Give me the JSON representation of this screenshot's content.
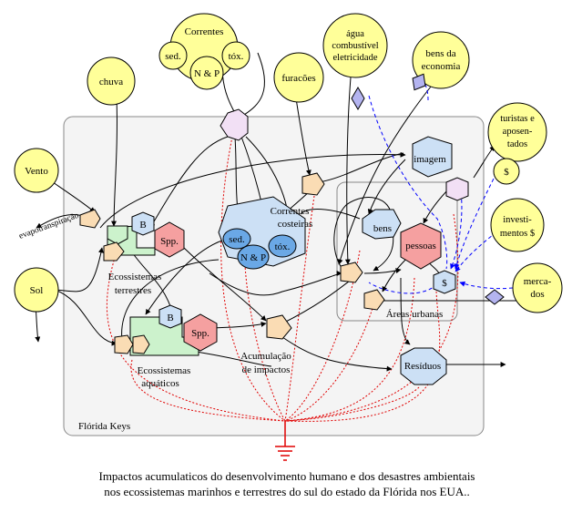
{
  "colors": {
    "source_fill": "#ffff99",
    "storage_fill": "#cce0f5",
    "storage_dark_fill": "#6aa8e6",
    "species_fill": "#f5a0a0",
    "producer_fill": "#ccf2cc",
    "interaction_fill": "#fadcb4",
    "exchange_fill": "#b4b4f0",
    "stress_fill": "#f2e0f5",
    "system_fill": "#f4f4f4",
    "money_flow": "#0000ff",
    "heat_sink_flow": "#e00000",
    "energy_flow": "#000000"
  },
  "diagram": {
    "system_label": "Flórida Keys",
    "sources": {
      "correntes": "Correntes",
      "sed_top": "sed.",
      "np_top": "N & P",
      "tox_top": "tóx.",
      "chuva": "chuva",
      "agua_lines": [
        "água",
        "combustível",
        "eletricidade"
      ],
      "bens_economia_lines": [
        "bens da",
        "economia"
      ],
      "furacoes": "furacões",
      "turistas_lines": [
        "turistas e",
        "aposen-",
        "tados"
      ],
      "dinheiro": "$",
      "investimentos_lines": [
        "investi-",
        "mentos $"
      ],
      "mercados_lines": [
        "merca-",
        "dos"
      ],
      "vento": "Vento",
      "sol": "Sol"
    },
    "labels": {
      "evapotranspiracao": "evapotranspiração",
      "terr_b": "B",
      "terr_spp": "Spp.",
      "ecossistemas_terrestres_lines": [
        "Ecossistemas",
        "terrestres"
      ],
      "aqua_b": "B",
      "aqua_spp": "Spp.",
      "ecossistemas_aquaticos_lines": [
        "Ecossistemas",
        "aquáticos"
      ],
      "correntes_costeiras_lines": [
        "Correntes",
        "costeiras"
      ],
      "sed_mid": "sed.",
      "np_mid": "N & P",
      "tox_mid": "tóx.",
      "acumulacao_lines": [
        "Acumulação",
        "de impactos"
      ],
      "imagem": "imagem",
      "bens": "bens",
      "pessoas": "pessoas",
      "dinheiro_urbano": "$",
      "areas_urbanas": "Áreas urbanas",
      "residuos": "Resíduos"
    }
  },
  "caption": {
    "line1": "Impactos acumulaticos do desenvolvimento humano e dos desastres ambientais",
    "line2": "nos ecossistemas marinhos e terrestres do sul do estado da Flórida nos EUA.."
  }
}
